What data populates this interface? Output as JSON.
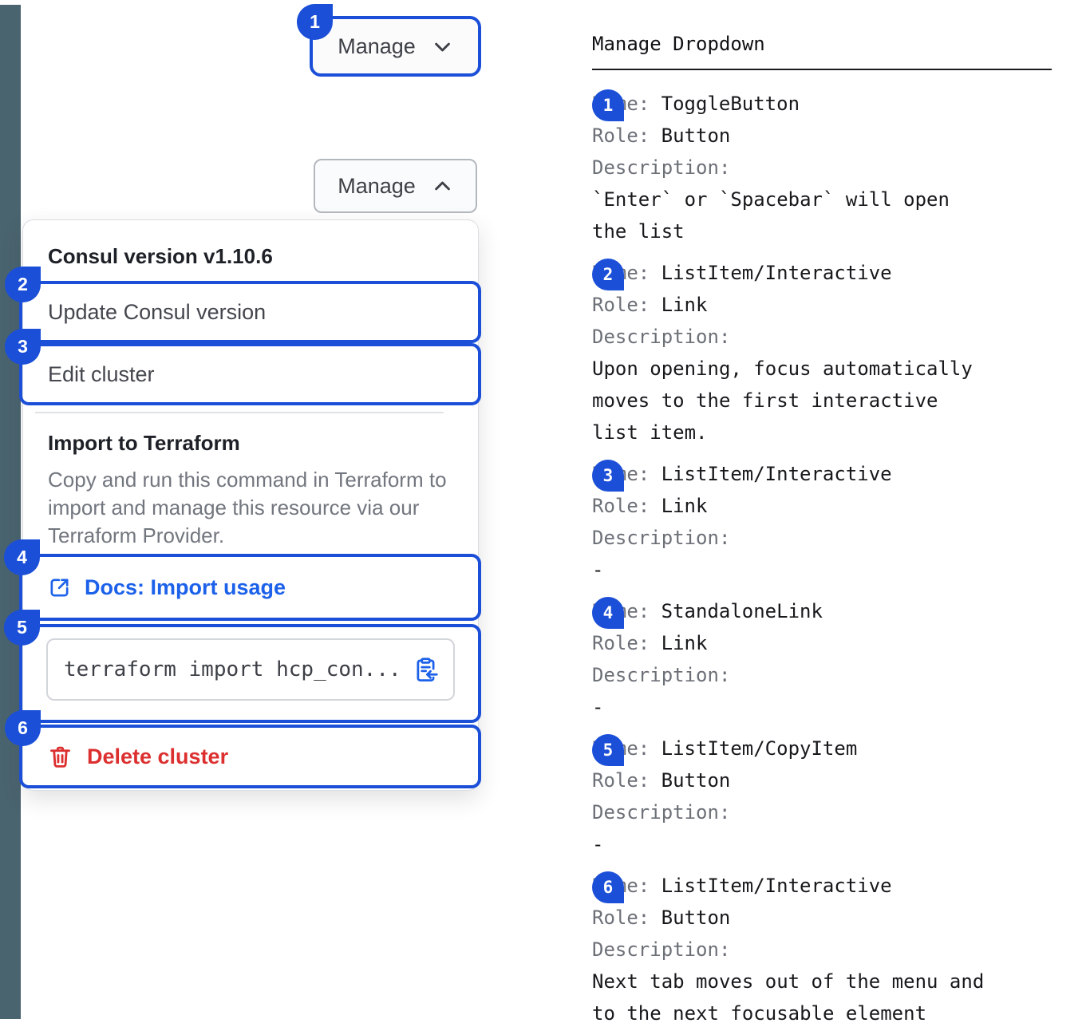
{
  "colors": {
    "annotation_blue": "#1b4fd8",
    "link_blue": "#1c61e9",
    "danger_red": "#dc2f2f",
    "rail_slate": "#4a646f"
  },
  "manage_button": {
    "label": "Manage"
  },
  "manage_button_open": {
    "label": "Manage"
  },
  "dropdown": {
    "version_header": "Consul version v1.10.6",
    "update_item": "Update Consul version",
    "edit_item": "Edit cluster",
    "import_title": "Import to Terraform",
    "import_description": "Copy and run this command in Terraform to import and manage this resource via our Terraform Provider.",
    "docs_link": "Docs: Import usage",
    "terraform_command": "terraform import hcp_con...",
    "delete_item": "Delete cluster"
  },
  "annotations": {
    "title": "Manage Dropdown",
    "name_label": "Name:",
    "role_label": "Role:",
    "description_label": "Description:",
    "items": [
      {
        "number": "1",
        "name": "ToggleButton",
        "role": "Button",
        "description": "`Enter` or `Spacebar` will open the list"
      },
      {
        "number": "2",
        "name": "ListItem/Interactive",
        "role": "Link",
        "description": "Upon opening, focus automatically moves to the first interactive list item."
      },
      {
        "number": "3",
        "name": "ListItem/Interactive",
        "role": "Link",
        "description": "-"
      },
      {
        "number": "4",
        "name": "StandaloneLink",
        "role": "Link",
        "description": "-"
      },
      {
        "number": "5",
        "name": "ListItem/CopyItem",
        "role": "Button",
        "description": "-"
      },
      {
        "number": "6",
        "name": "ListItem/Interactive",
        "role": "Button",
        "description": "Next tab moves out of the menu and to the next focusable element"
      }
    ]
  }
}
